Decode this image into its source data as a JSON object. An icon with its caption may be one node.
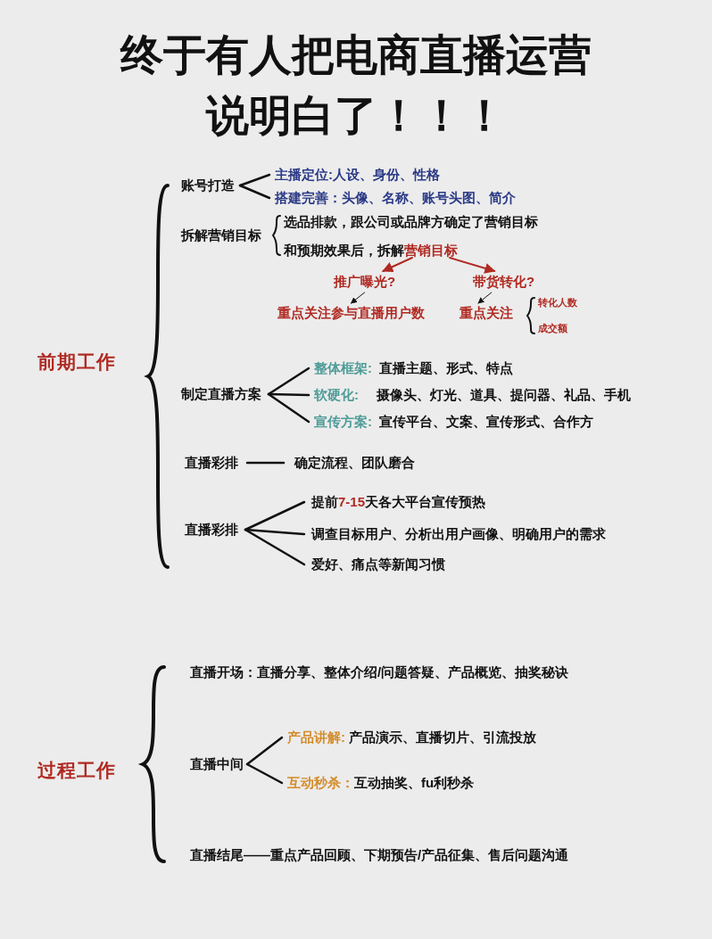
{
  "diagram": {
    "title": "终于有人把电商直播运营说明白了！！！",
    "nodes": [
      {
        "text": [
          "前期工作"
        ]
      },
      {
        "text": [
          "账号打造"
        ]
      },
      {
        "text": [
          "主播定位:人设、身份、性格"
        ]
      },
      {
        "text": [
          "搭建完善：头像、名称、账号头图、简介"
        ]
      },
      {
        "text": [
          "拆解营销目标"
        ]
      },
      {
        "text": [
          "选品排款，跟公司或品牌方确定了营销目标"
        ]
      },
      {
        "text": [
          "和预期效果后，拆解",
          "营销目标"
        ]
      },
      {
        "text": [
          "推广曝光?"
        ]
      },
      {
        "text": [
          "带货转化?"
        ]
      },
      {
        "text": [
          "重点关注参与直播用户数"
        ]
      },
      {
        "text": [
          "重点关注"
        ]
      },
      {
        "text": [
          "转化人数"
        ]
      },
      {
        "text": [
          "成交额"
        ]
      },
      {
        "text": [
          "制定直播方案"
        ]
      },
      {
        "text": [
          "整体框架:",
          "直播主题、形式、特点"
        ]
      },
      {
        "text": [
          "软硬化:",
          "摄像头、灯光、道具、提问器、礼品、手机"
        ]
      },
      {
        "text": [
          "宣传方案:",
          "宣传平台、文案、宣传形式、合作方"
        ]
      },
      {
        "text": [
          "直播彩排"
        ]
      },
      {
        "text": [
          "确定流程、团队磨合"
        ]
      },
      {
        "text": [
          "直播彩排"
        ]
      },
      {
        "text": [
          "提前",
          "7-15",
          "天各大平台宣传预热"
        ]
      },
      {
        "text": [
          "调查目标用户、分析出用户画像、明确用户的需求"
        ]
      },
      {
        "text": [
          "爱好、痛点等新闻习惯"
        ]
      },
      {
        "text": [
          "过程工作"
        ]
      },
      {
        "text": [
          "直播开场：直播分享、整体介绍/问题答疑、产品概览、抽奖秘诀"
        ]
      },
      {
        "text": [
          "直播中间"
        ]
      },
      {
        "text": [
          "产品讲解:",
          "产品演示、直播切片、引流投放"
        ]
      },
      {
        "text": [
          "互动秒杀：",
          "互动抽奖、fu利秒杀"
        ]
      },
      {
        "text": [
          "直播结尾——重点产品回顾、下期预告/产品征集、售后问题沟通"
        ]
      }
    ],
    "edges": [
      {
        "from": 1,
        "to": 2,
        "arrow": "none"
      },
      {
        "from": 1,
        "to": 3,
        "arrow": "none"
      },
      {
        "from": 6,
        "to": 7,
        "arrow": "to",
        "color": "#b02a22"
      },
      {
        "from": 6,
        "to": 8,
        "arrow": "to",
        "color": "#b02a22"
      },
      {
        "from": 7,
        "to": 9,
        "arrow": "to"
      },
      {
        "from": 8,
        "to": 10,
        "arrow": "to"
      },
      {
        "from": 13,
        "to": 14,
        "arrow": "none"
      },
      {
        "from": 13,
        "to": 15,
        "arrow": "none"
      },
      {
        "from": 13,
        "to": 16,
        "arrow": "none"
      },
      {
        "from": 17,
        "to": 18,
        "arrow": "none"
      },
      {
        "from": 19,
        "to": 20,
        "arrow": "none"
      },
      {
        "from": 19,
        "to": 21,
        "arrow": "none"
      },
      {
        "from": 19,
        "to": 22,
        "arrow": "none"
      },
      {
        "from": 25,
        "to": 26,
        "arrow": "none"
      },
      {
        "from": 25,
        "to": 27,
        "arrow": "none"
      }
    ]
  }
}
